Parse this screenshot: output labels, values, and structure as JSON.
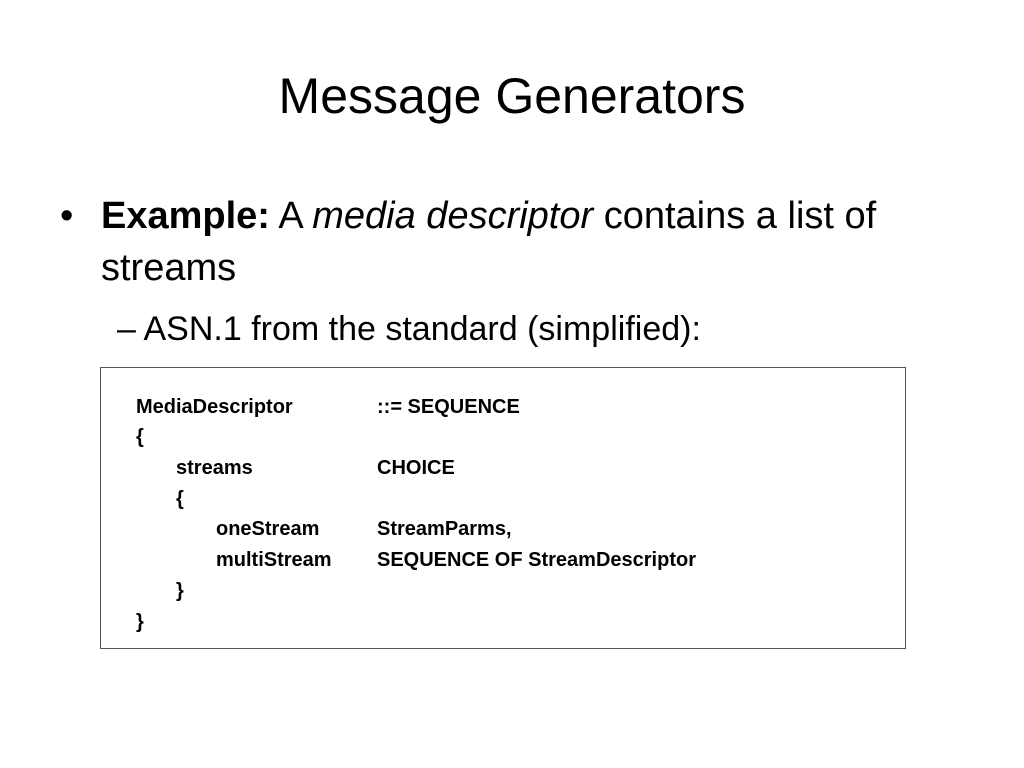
{
  "slide": {
    "title": "Message Generators",
    "bullet1": {
      "bullet_glyph": "•",
      "bold_lead": "Example:",
      "text_a": " A ",
      "italic": "media descriptor",
      "text_b": " contains a list of streams"
    },
    "bullet2": {
      "text": "– ASN.1 from the standard (simplified):"
    },
    "code": {
      "line1_name": "MediaDescriptor",
      "line1_value": "::= SEQUENCE",
      "line2": "{",
      "line3_name": "streams",
      "line3_value": "CHOICE",
      "line4": "{",
      "line5_name": "oneStream",
      "line5_value": "StreamParms,",
      "line6_name": "multiStream",
      "line6_value": "SEQUENCE OF StreamDescriptor",
      "line7": "}",
      "line8": "}"
    }
  }
}
